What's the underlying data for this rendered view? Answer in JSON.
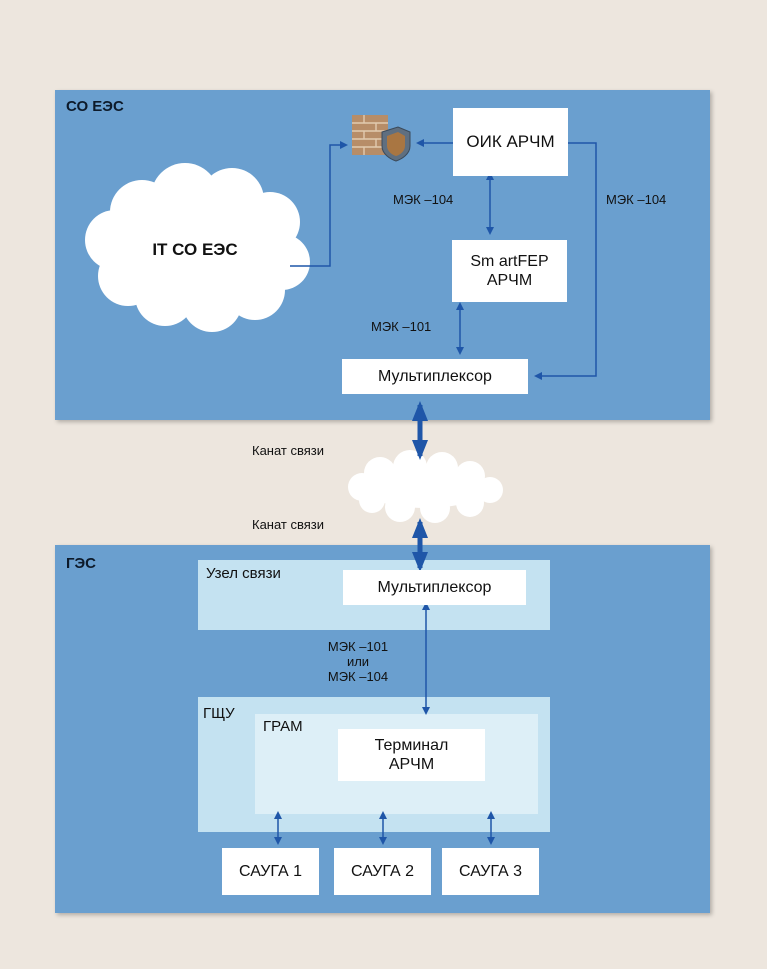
{
  "top": {
    "title": "СО ЕЭС",
    "cloud_label": "IT СО ЕЭС",
    "oik_label": "ОИК АРЧМ",
    "smartfep_label": "Sm artFEP\nАРЧМ",
    "mux_label": "Мультиплексор",
    "mek104_left": "МЭК –104",
    "mek104_right": "МЭК –104",
    "mek101": "МЭК –101",
    "firewall_icon": "firewall-icon"
  },
  "link": {
    "channel_top": "Канат связи",
    "channel_bottom": "Канат связи"
  },
  "bottom": {
    "title": "ГЭС",
    "node_label": "Узел связи",
    "mux_label": "Мультиплексор",
    "protocol_label": "МЭК –101\nили\nМЭК –104",
    "gshu_label": "ГЩУ",
    "gram_label": "ГРАМ",
    "terminal_label": "Терминал\nАРЧМ",
    "sauga": [
      "САУГА 1",
      "САУГА 2",
      "САУГА 3"
    ]
  },
  "colors": {
    "background": "#ede6de",
    "panel": "#6a9fcf",
    "arrow": "#1f56a8",
    "box": "#ffffff"
  }
}
